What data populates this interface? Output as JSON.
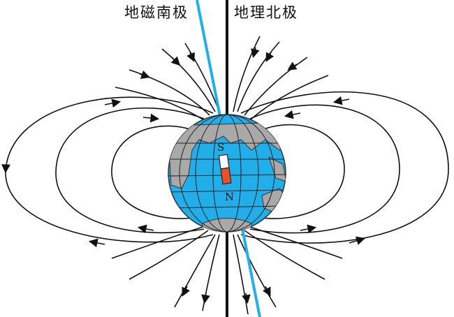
{
  "labels": {
    "geomagnetic_south_pole": "地磁南极",
    "geographic_north_pole": "地理北极",
    "magnet_south": "S",
    "magnet_north": "N"
  },
  "colors": {
    "ocean": "#22aee8",
    "land": "#a9a9a9",
    "magnetic_axis": "#22aee8",
    "geographic_axis": "#111111",
    "magnet_north_half": "#e8502e",
    "magnet_south_half": "#ffffff"
  }
}
